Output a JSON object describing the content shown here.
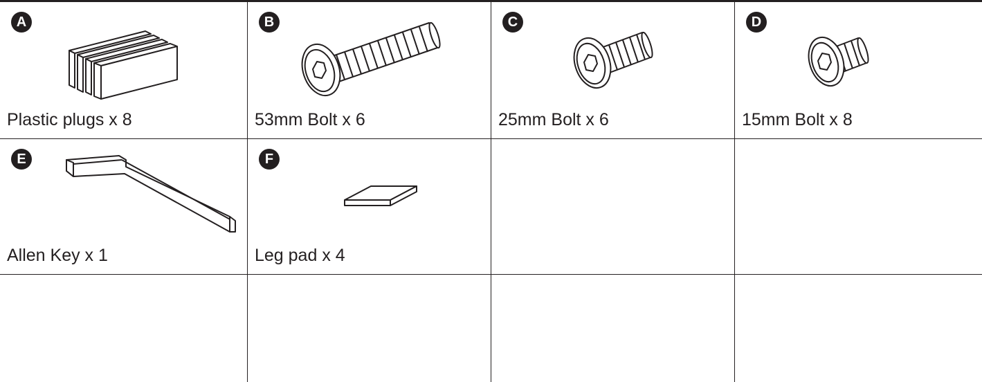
{
  "parts": [
    {
      "letter": "A",
      "label": "Plastic plugs x 8",
      "icon": "plastic-plugs-icon"
    },
    {
      "letter": "B",
      "label": "53mm Bolt x 6",
      "icon": "bolt-icon"
    },
    {
      "letter": "C",
      "label": "25mm Bolt x 6",
      "icon": "bolt-icon"
    },
    {
      "letter": "D",
      "label": "15mm Bolt x 8",
      "icon": "bolt-icon"
    },
    {
      "letter": "E",
      "label": "Allen Key x 1",
      "icon": "allen-key-icon"
    },
    {
      "letter": "F",
      "label": "Leg pad x 4",
      "icon": "leg-pad-icon"
    }
  ],
  "colors": {
    "ink": "#231f20",
    "background": "#ffffff"
  }
}
